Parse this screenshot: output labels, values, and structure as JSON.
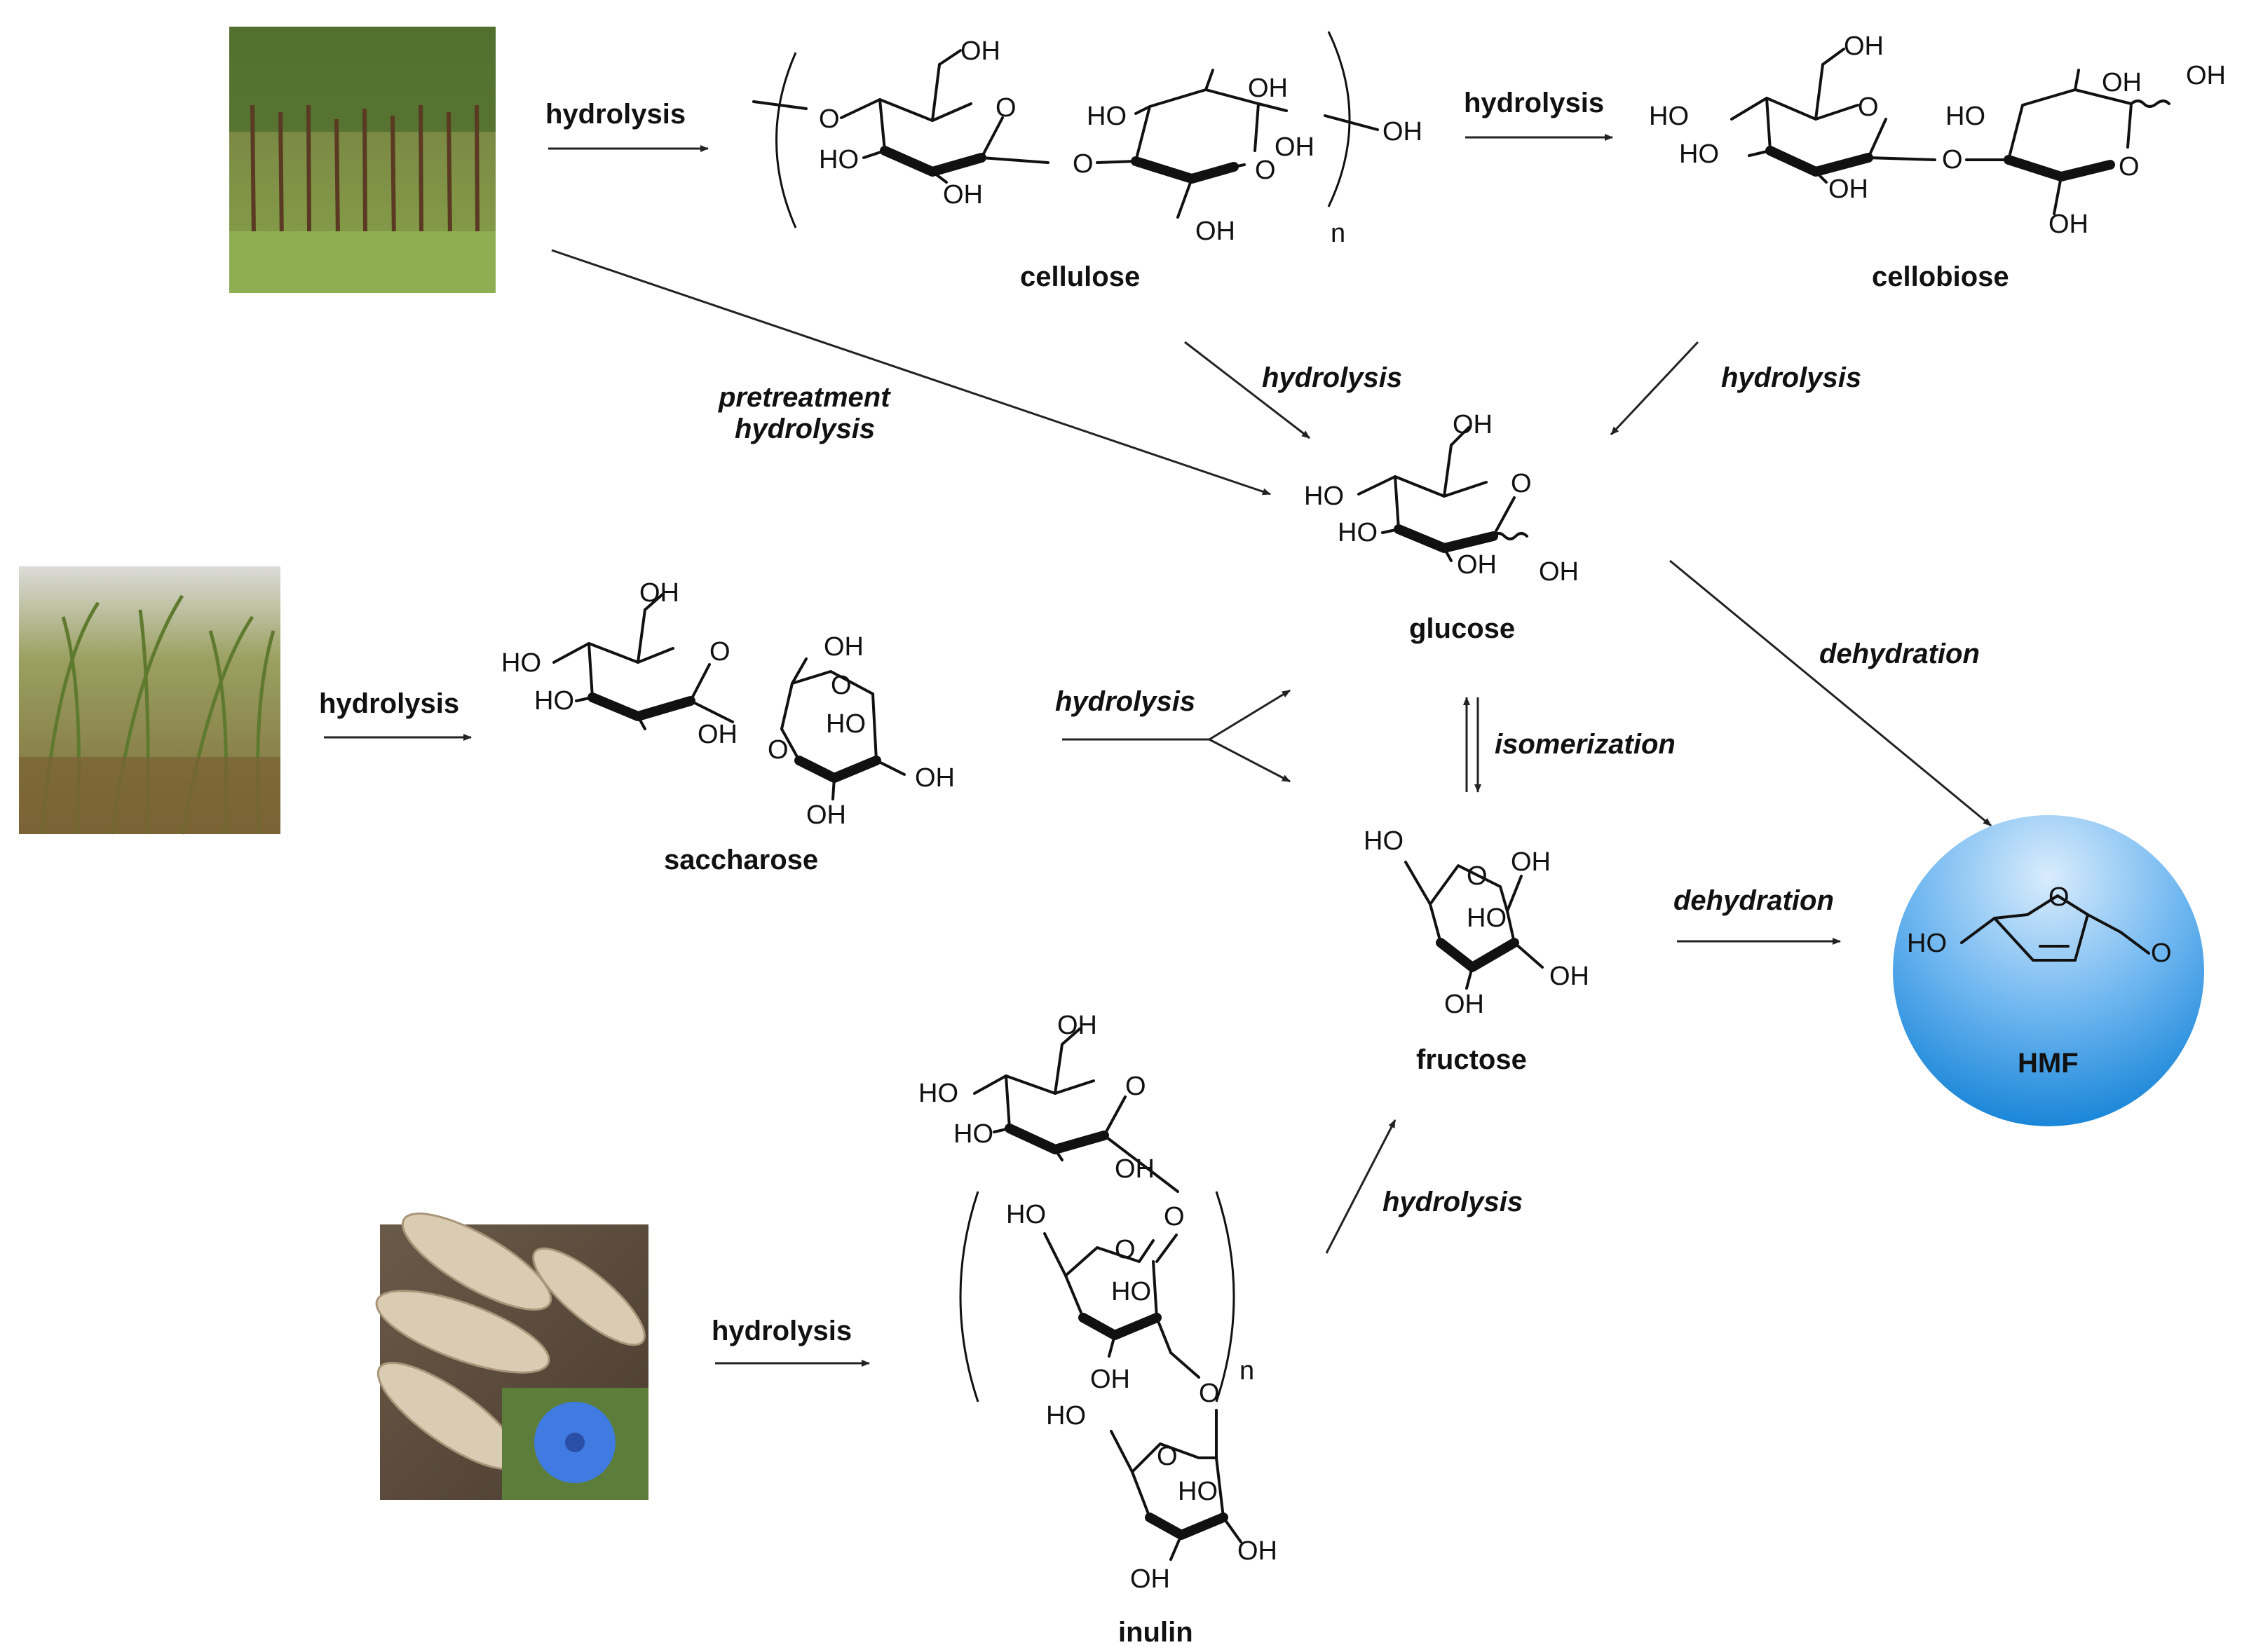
{
  "sources": {
    "forest": {
      "icon": "forest-photo-icon"
    },
    "cane": {
      "icon": "sugarcane-photo-icon"
    },
    "chicory": {
      "icon": "chicory-root-photo-icon"
    }
  },
  "compounds": {
    "cellulose": "cellulose",
    "cellobiose": "cellobiose",
    "glucose": "glucose",
    "saccharose": "saccharose",
    "fructose": "fructose",
    "inulin": "inulin",
    "hmf": "HMF"
  },
  "atoms": {
    "oh": "OH",
    "ho": "HO",
    "o": "O",
    "n": "n"
  },
  "reactions": {
    "forest_hydrolysis": "hydrolysis",
    "cellulose_to_cellobiose": "hydrolysis",
    "cellulose_to_glucose": "hydrolysis",
    "cellobiose_to_glucose": "hydrolysis",
    "pretreatment_line1": "pretreatment",
    "pretreatment_line2": "hydrolysis",
    "cane_hydrolysis": "hydrolysis",
    "saccharose_hydrolysis": "hydrolysis",
    "isomerization": "isomerization",
    "glucose_dehydration": "dehydration",
    "fructose_dehydration": "dehydration",
    "chicory_hydrolysis": "hydrolysis",
    "inulin_hydrolysis": "hydrolysis"
  },
  "colors": {
    "hmf_top": "#cfe6fb",
    "hmf_bottom": "#1f8fe0",
    "forest": "#6f8f3a",
    "cane": "#8d8a4a",
    "chicory_flower": "#3f7be0"
  }
}
